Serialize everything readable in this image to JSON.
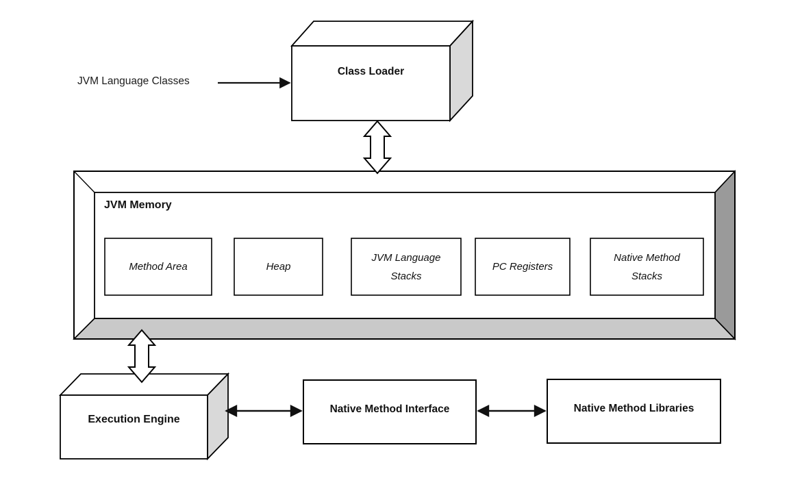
{
  "diagram": {
    "nodes": {
      "jvm_language_classes": "JVM Language Classes",
      "class_loader": "Class Loader",
      "jvm_memory": "JVM Memory",
      "method_area": "Method Area",
      "heap": "Heap",
      "jvm_language_stacks": "JVM Language Stacks",
      "pc_registers": "PC Registers",
      "native_method_stacks": "Native Method Stacks",
      "execution_engine": "Execution Engine",
      "native_method_interface": "Native Method Interface",
      "native_method_libraries": "Native Method Libraries"
    },
    "colors": {
      "stroke": "#000000",
      "text": "#111111",
      "box_face": "#ffffff",
      "side_gray_light": "#d9d9d9",
      "frame_bottom_gray": "#c9c9c9",
      "frame_right_gray": "#9a9a9a"
    }
  }
}
